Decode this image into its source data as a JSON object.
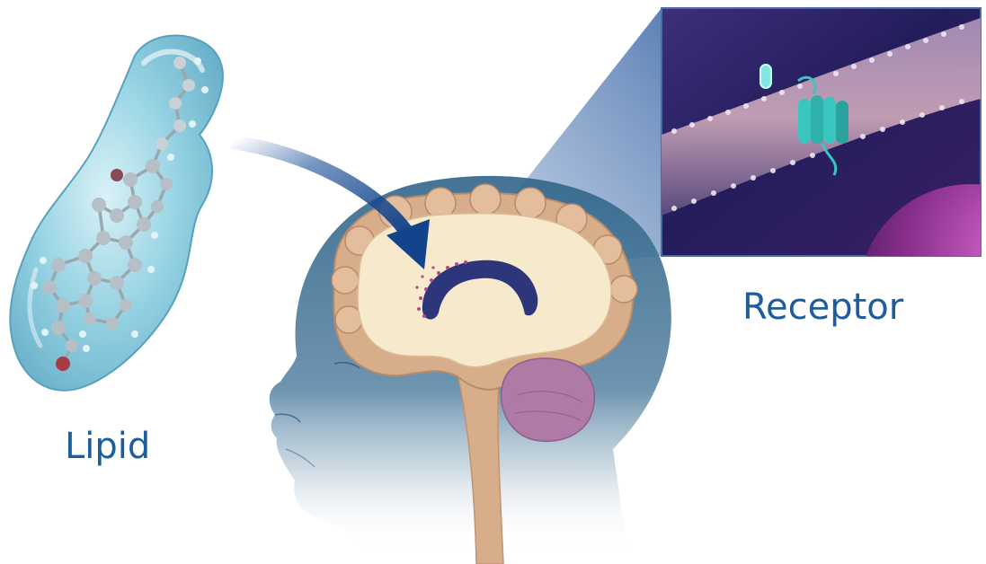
{
  "labels": {
    "lipid": "Lipid",
    "receptor": "Receptor"
  },
  "colors": {
    "label_text": "#1d5d9a",
    "arrow": "#1a4f97",
    "head_skin": "#3f6f92",
    "brain_cortex": "#d8ae8a",
    "brain_white_matter": "#f6e9cc",
    "ventricle": "#2d367a",
    "cerebellum": "#b07aa6",
    "lipid_surface": "#86c9dd",
    "receptor_protein": "#3bc5c0",
    "membrane": "#b78b9e",
    "inset_background": "#2a2462",
    "callout_fill": "#6a8fbf"
  },
  "icons": {
    "molecule": "lipid-molecule-illustration",
    "head": "infant-head-profile-illustration",
    "brain": "brain-cross-section-illustration",
    "membrane": "cell-membrane-receptor-inset"
  }
}
